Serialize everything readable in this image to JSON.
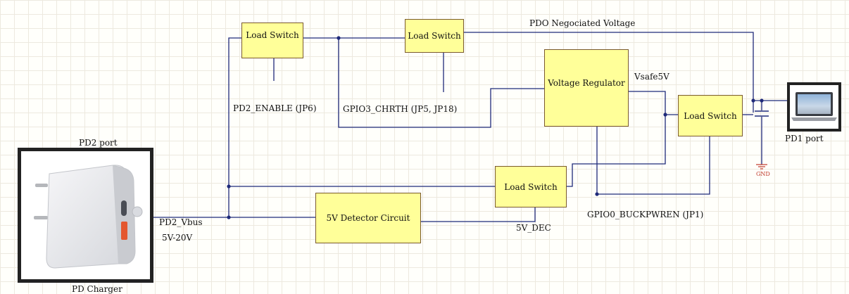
{
  "colors": {
    "wire": "#1f2a7a",
    "block_fill": "#ffff99",
    "block_border": "#7a5a2e",
    "grid": "#ede9df"
  },
  "blocks": {
    "load_switch_1": "Load Switch",
    "load_switch_2": "Load Switch",
    "voltage_regulator": "Voltage Regulator",
    "load_switch_3": "Load Switch",
    "load_switch_4": "Load Switch",
    "detector": "5V Detector Circuit"
  },
  "labels": {
    "pdo_voltage": "PDO Negociated Voltage",
    "pd2_enable": "PD2_ENABLE (JP6)",
    "gpio3": "GPIO3_CHRTH (JP5, JP18)",
    "vsafe": "Vsafe5V",
    "gpio0": "GPIO0_BUCKPWREN (JP1)",
    "dec": "5V_DEC",
    "vbus": "PD2_Vbus",
    "vbus_range": "5V-20V",
    "pd2_port": "PD2 port",
    "pd_charger": "PD Charger",
    "pd1_port": "PD1 port",
    "gnd": "GND"
  },
  "icons": {
    "charger": "charger-icon",
    "laptop": "laptop-icon",
    "ground": "ground-icon",
    "capacitor": "capacitor-icon"
  }
}
